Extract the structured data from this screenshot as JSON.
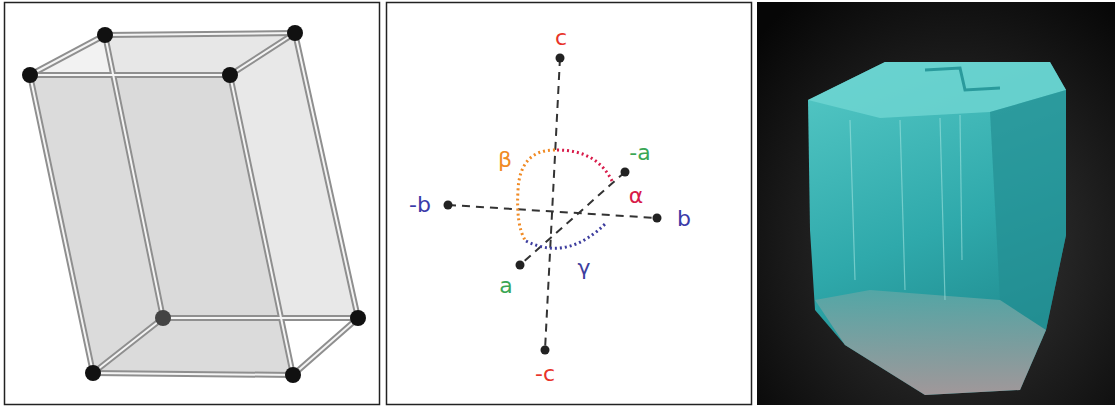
{
  "diagram": {
    "labels": [
      "c",
      "β",
      "-a",
      "α",
      "-b",
      "b",
      "a",
      "γ",
      "-c"
    ]
  }
}
